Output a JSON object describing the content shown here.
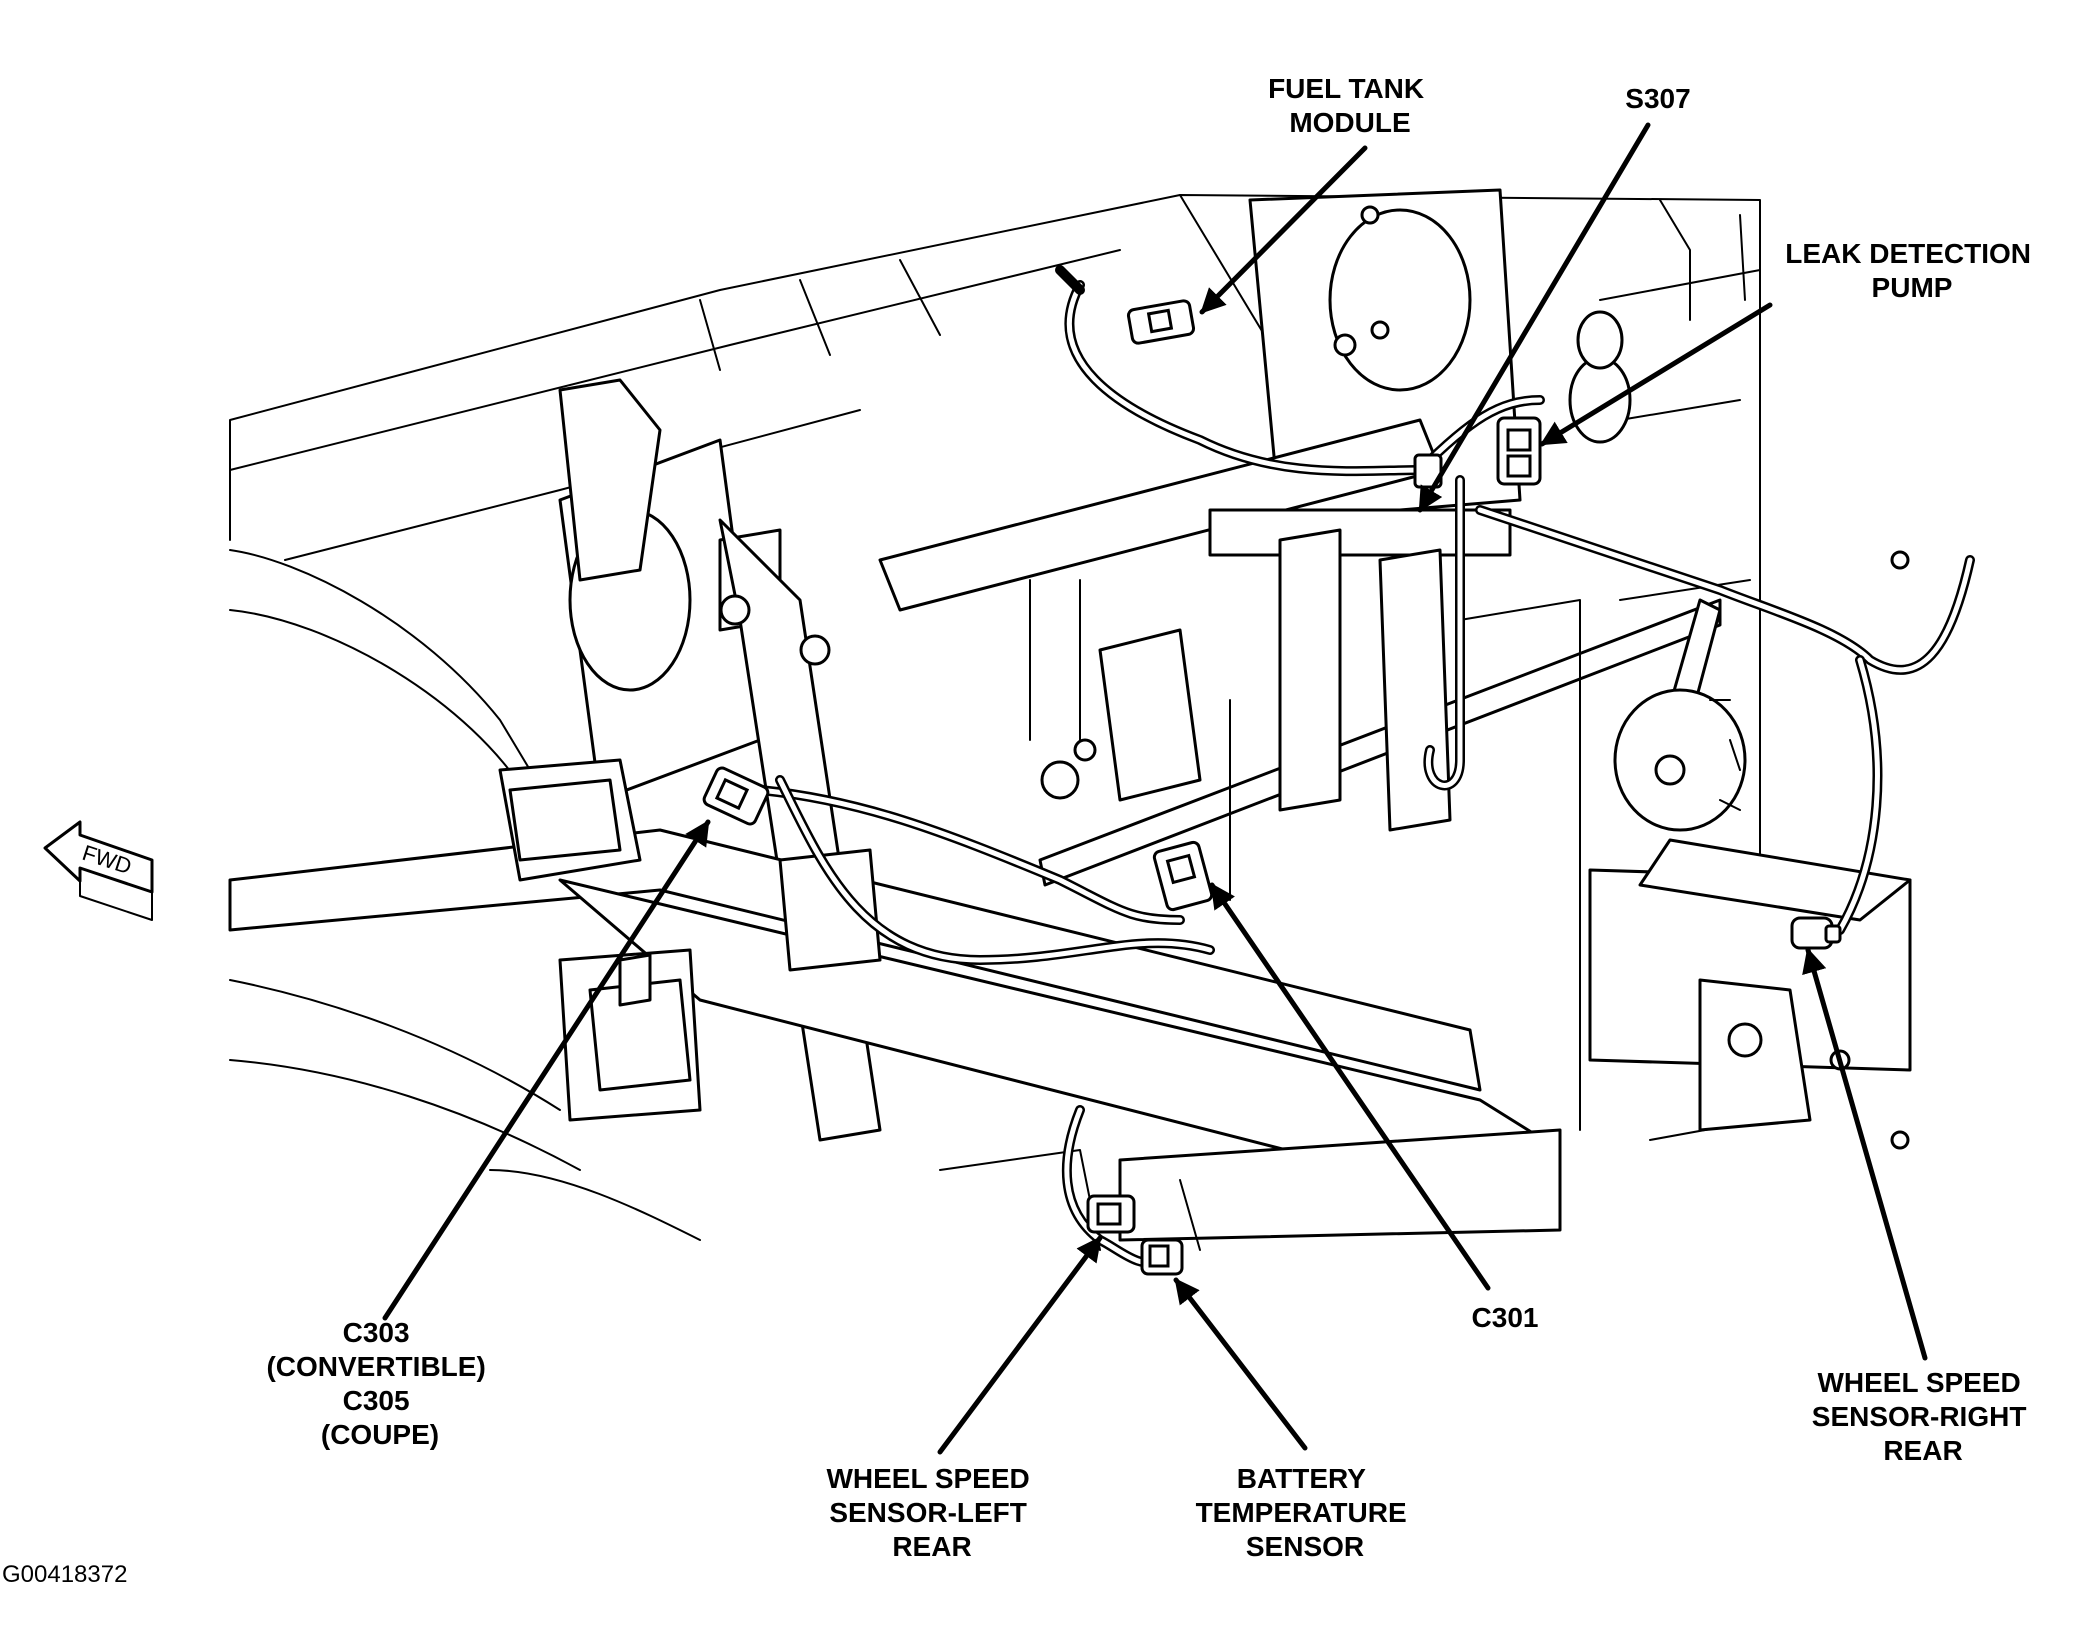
{
  "figure_id": "G00418372",
  "direction_marker": "FWD",
  "callouts": {
    "fuel_tank_module": [
      "FUEL TANK",
      "MODULE"
    ],
    "s307": [
      "S307"
    ],
    "leak_detection_pump": [
      "LEAK DETECTION",
      "PUMP"
    ],
    "c303_c305": [
      "C303",
      "(CONVERTIBLE)",
      "C305",
      "(COUPE)"
    ],
    "c301": [
      "C301"
    ],
    "wheel_speed_sensor_right_rear": [
      "WHEEL SPEED",
      "SENSOR-RIGHT",
      "REAR"
    ],
    "wheel_speed_sensor_left_rear": [
      "WHEEL SPEED",
      "SENSOR-LEFT",
      "REAR"
    ],
    "battery_temperature_sensor": [
      "BATTERY",
      "TEMPERATURE",
      "SENSOR"
    ]
  }
}
